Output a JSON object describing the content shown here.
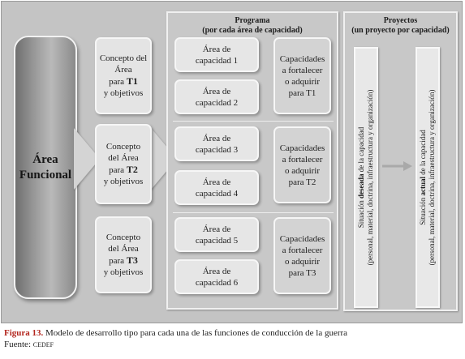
{
  "functional_area": {
    "line1": "Área",
    "line2": "Funcional"
  },
  "concepts": [
    {
      "line1": "Concepto del",
      "line2": "Área",
      "para": "para",
      "t": "T1",
      "line4": "y objetivos"
    },
    {
      "line1": "Concepto",
      "line2": "del Área",
      "para": "para",
      "t": "T2",
      "line4": "y objetivos"
    },
    {
      "line1": "Concepto",
      "line2": "del Área",
      "para": "para",
      "t": "T3",
      "line4": "y objetivos"
    }
  ],
  "programa": {
    "title": "Programa",
    "subtitle": "(por cada área de capacidad)",
    "areas": [
      {
        "line1": "Área de",
        "line2": "capacidad 1"
      },
      {
        "line1": "Área de",
        "line2": "capacidad 2"
      },
      {
        "line1": "Área de",
        "line2": "capacidad 3"
      },
      {
        "line1": "Área de",
        "line2": "capacidad 4"
      },
      {
        "line1": "Área de",
        "line2": "capacidad 5"
      },
      {
        "line1": "Área de",
        "line2": "capacidad 6"
      }
    ],
    "capacities": [
      {
        "line1": "Capacidades",
        "line2": "a fortalecer",
        "line3": "o adquirir",
        "line4": "para T1"
      },
      {
        "line1": "Capacidades",
        "line2": "a fortalecer",
        "line3": "o adquirir",
        "line4": "para T2"
      },
      {
        "line1": "Capacidades",
        "line2": "a fortalecer",
        "line3": "o adquirir",
        "line4": "para T3"
      }
    ]
  },
  "proyectos": {
    "title": "Proyectos",
    "subtitle": "(un proyecto por capacidad)",
    "desired": {
      "pre": "Situación ",
      "bold": "deseada",
      "post": " de la capacidad",
      "detail": "(personal, material, doctrina, infraestructura y organización)"
    },
    "current": {
      "pre": "Situación ",
      "bold": "actual",
      "post": " de la capacidad",
      "detail": "(personal, material, doctrina, infraestructura y organización)"
    }
  },
  "caption": {
    "figure": "Figura 13.",
    "text": " Modelo de desarrollo tipo para cada una de las funciones de conducción de la guerra",
    "source_label": "Fuente: ",
    "source": "cedef"
  },
  "colors": {
    "arrow": "#a9a9a9",
    "caption_accent": "#b3261e"
  }
}
